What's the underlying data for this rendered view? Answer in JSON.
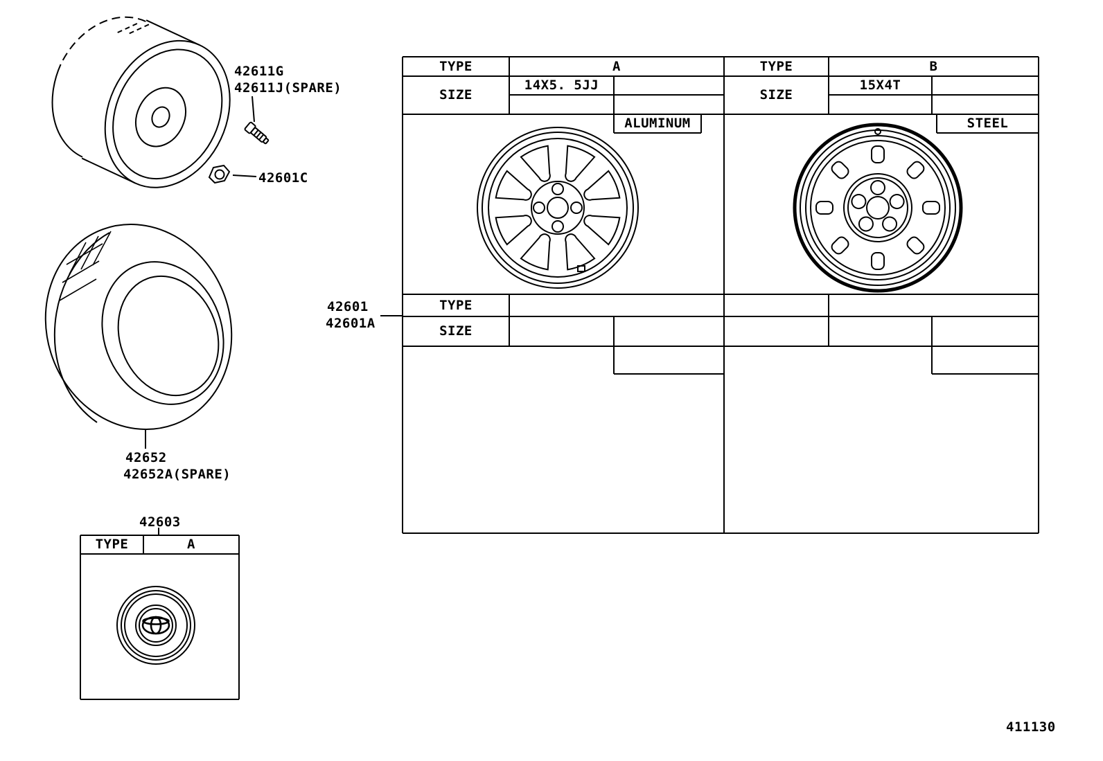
{
  "doc_number": "411130",
  "part_labels": {
    "valve_stem": "42611G",
    "valve_stem_spare": "42611J(SPARE)",
    "wheel_nut": "42601C",
    "tire": "42652",
    "tire_spare": "42652A(SPARE)",
    "wheel_cap": "42603",
    "disc_wheel": "42601",
    "disc_wheel_a": "42601A"
  },
  "main_table": {
    "type_a": {
      "type_label": "TYPE",
      "type_value": "A",
      "size_label": "SIZE",
      "size_value": "14X5. 5JJ",
      "material": "ALUMINUM"
    },
    "type_b": {
      "type_label": "TYPE",
      "type_value": "B",
      "size_label": "SIZE",
      "size_value": "15X4T",
      "material": "STEEL"
    },
    "lower": {
      "type_label": "TYPE",
      "size_label": "SIZE"
    }
  },
  "cap_table": {
    "type_label": "TYPE",
    "type_value": "A"
  }
}
